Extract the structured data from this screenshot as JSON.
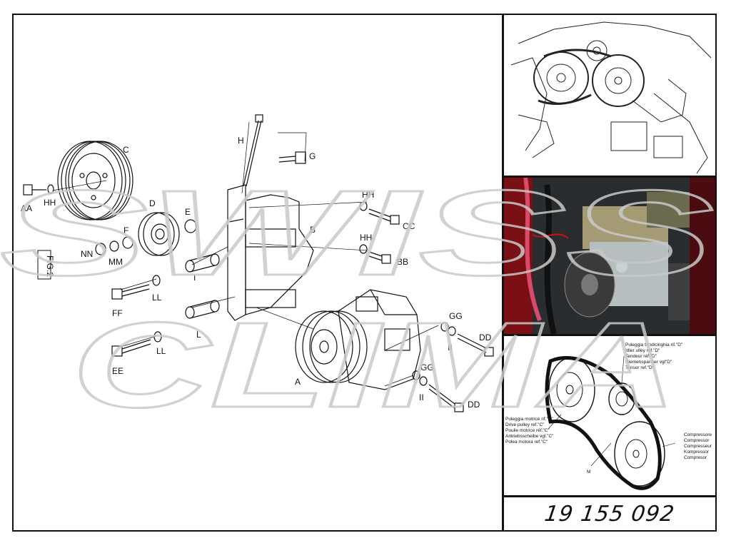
{
  "fig_label": "FIG.2",
  "part_number": "19 155 092",
  "watermark": {
    "line1": "SWISS",
    "line2": "CLIMA"
  },
  "callouts": {
    "AA": "AA",
    "HH1": "HH",
    "C": "C",
    "D": "D",
    "E": "E",
    "F": "F",
    "NN": "NN",
    "MM": "MM",
    "H": "H",
    "G": "G",
    "HH2": "HH",
    "CC": "CC",
    "B": "B",
    "HH3": "HH",
    "BB": "BB",
    "I": "I",
    "LL1": "LL",
    "FF": "FF",
    "L": "L",
    "LL2": "LL",
    "EE": "EE",
    "GG1": "GG",
    "II1": "II",
    "DD1": "DD",
    "A": "A",
    "GG2": "GG",
    "II2": "II",
    "DD2": "DD"
  },
  "tensor_legend": [
    "Puleggia tendicinghia rif.\"D\"",
    "Idler ulley ref.\"D\"",
    "Tendeur réf.\"D\"",
    "Riemenspanner vgl\"D\"",
    "Tensor ref.\"D\""
  ],
  "drive_legend": [
    "Puleggia motrice rif.\"C\"",
    "Drive pulley ref.\"C\"",
    "Poulie motrice réf.\"C\"",
    "Antriebsscheibe vgl.\"C\"",
    "Polea motora   ref.\"C\""
  ],
  "compressor_legend": [
    "Compressore",
    "Compressor",
    "Compresseur",
    "Kompressor",
    "Compresor"
  ],
  "belt_label": "M"
}
